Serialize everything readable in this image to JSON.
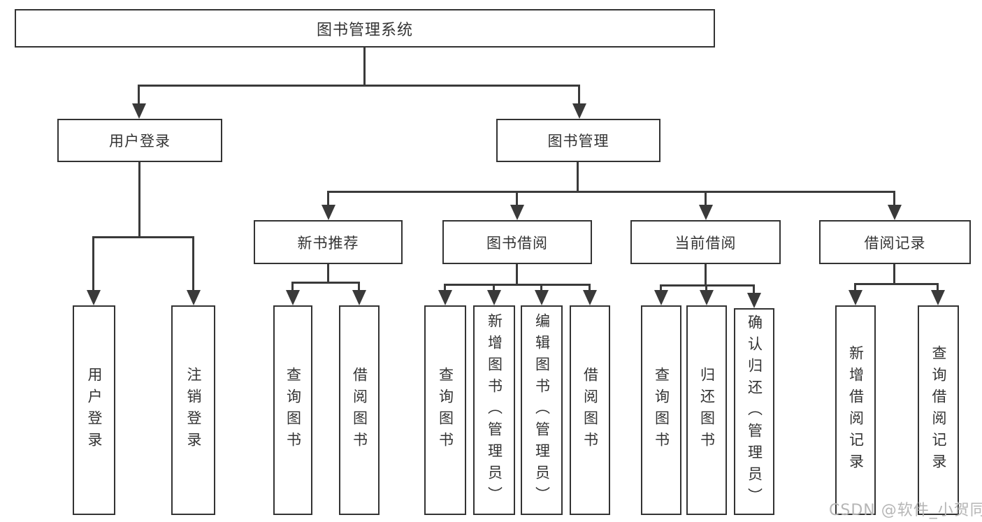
{
  "colors": {
    "line": "#3a3a3a",
    "box_border": "#333333",
    "text": "#333333",
    "background": "#ffffff",
    "watermark": "#b6b6b6"
  },
  "watermark": {
    "text": "CSDN @软件_小贺同学"
  },
  "tree": {
    "label": "图书管理系统",
    "children": [
      {
        "label": "用户登录",
        "children": [
          {
            "label": "用户登录"
          },
          {
            "label": "注销登录"
          }
        ]
      },
      {
        "label": "图书管理",
        "children": [
          {
            "label": "新书推荐",
            "children": [
              {
                "label": "查询图书"
              },
              {
                "label": "借阅图书"
              }
            ]
          },
          {
            "label": "图书借阅",
            "children": [
              {
                "label": "查询图书"
              },
              {
                "label": "新增图书（管理员）"
              },
              {
                "label": "编辑图书（管理员）"
              },
              {
                "label": "借阅图书"
              }
            ]
          },
          {
            "label": "当前借阅",
            "children": [
              {
                "label": "查询图书"
              },
              {
                "label": "归还图书"
              },
              {
                "label": "确认归还（管理员）"
              }
            ]
          },
          {
            "label": "借阅记录",
            "children": [
              {
                "label": "新增借阅记录"
              },
              {
                "label": "查询借阅记录"
              }
            ]
          }
        ]
      }
    ]
  }
}
